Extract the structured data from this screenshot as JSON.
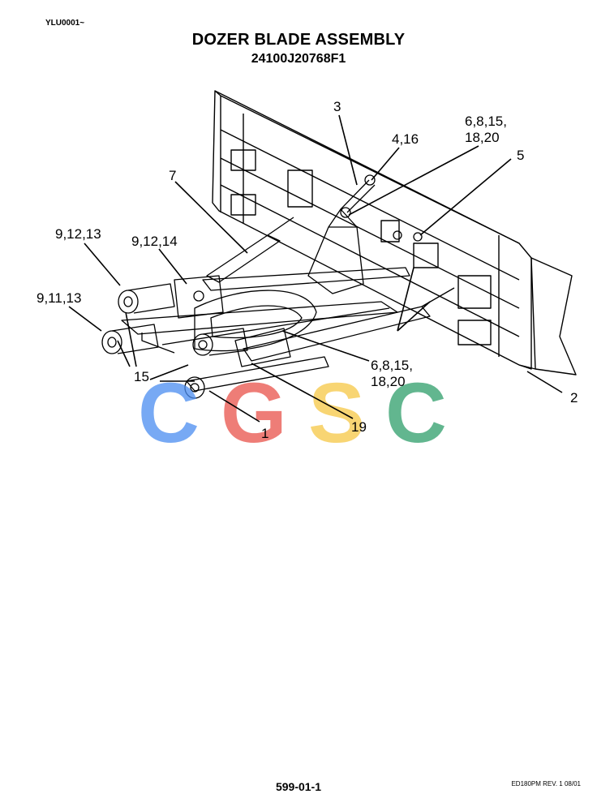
{
  "header": {
    "doc_id": "YLU0001~",
    "title": "DOZER BLADE ASSEMBLY",
    "part_number": "24100J20768F1"
  },
  "callouts": {
    "c1": "1",
    "c2": "2",
    "c3": "3",
    "c4_16": "4,16",
    "c5": "5",
    "c6_top_l1": "6,8,15,",
    "c6_top_l2": "18,20",
    "c6_mid_l1": "6,8,15,",
    "c6_mid_l2": "18,20",
    "c7": "7",
    "c9_12_13": "9,12,13",
    "c9_12_14": "9,12,14",
    "c9_11_13": "9,11,13",
    "c15": "15",
    "c19": "19"
  },
  "watermark": {
    "letters": [
      "C",
      "G",
      "S",
      "C"
    ],
    "colors": [
      "#4a8cf0",
      "#e8524a",
      "#f6c744",
      "#2e9e6a"
    ]
  },
  "footer": {
    "page": "599-01-1",
    "revision": "ED180PM REV. 1 08/01"
  }
}
